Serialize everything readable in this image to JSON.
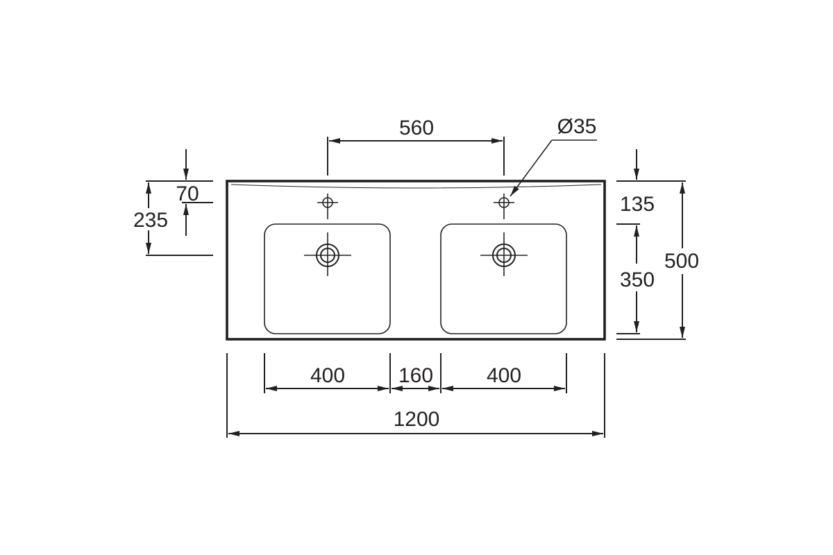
{
  "colors": {
    "line": "#231f20",
    "background": "#ffffff"
  },
  "dimensions": {
    "tap_spacing": "560",
    "tap_hole_diameter": "Ø35",
    "tap_hole_offset": "70",
    "drain_offset": "235",
    "basin_top_offset": "135",
    "basin_depth": "350",
    "total_depth": "500",
    "left_basin_width": "400",
    "basin_gap": "160",
    "right_basin_width": "400",
    "total_width": "1200"
  }
}
